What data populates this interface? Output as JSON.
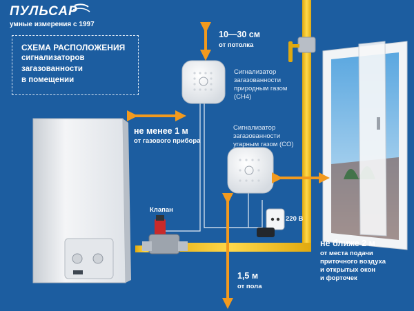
{
  "logo": {
    "name": "ПУЛЬСАР",
    "tagline": "умные измерения с 1997"
  },
  "title": {
    "line1": "СХЕМА РАСПОЛОЖЕНИЯ",
    "line2": "сигнализаторов",
    "line3": "загазованности",
    "line4": "в помещении"
  },
  "ceiling": {
    "value": "10—30 см",
    "caption": "от потолка"
  },
  "sensor_ch4": {
    "line1": "Сигнализатор",
    "line2": "загазованности",
    "line3": "природным газом",
    "line4": "(CH4)"
  },
  "sensor_co": {
    "line1": "Сигнализатор",
    "line2": "загазованности",
    "line3": "угарным газом (CO)"
  },
  "heater_distance": {
    "value": "не менее 1 м",
    "caption": "от газового прибора"
  },
  "valve": {
    "label": "Клапан"
  },
  "power": {
    "label": "220 В"
  },
  "floor": {
    "value": "1,5 м",
    "caption": "от пола"
  },
  "window_distance": {
    "value": "не ближе 2 м",
    "line1": "от места подачи",
    "line2": "приточного воздуха",
    "line3": "и открытых окон",
    "line4": "и форточек"
  },
  "colors": {
    "background": "#1c5da0",
    "arrow": "#f29a1e",
    "pipe": "#f4c21f",
    "window": "#f2f4f6"
  }
}
